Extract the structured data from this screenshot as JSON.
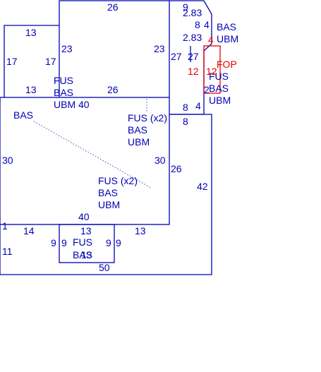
{
  "colors": {
    "line": "#0000b4",
    "text": "#0000b4",
    "highlight": "#e60000",
    "background": "#ffffff"
  },
  "area_labels": {
    "bas_main": "BAS",
    "fus_bas_ubm_left": [
      "FUS",
      "BAS",
      "UBM"
    ],
    "fus_x2_upper": [
      "FUS (x2)",
      "BAS",
      "UBM"
    ],
    "fus_x2_center": [
      "FUS (x2)",
      "BAS",
      "UBM"
    ],
    "bas_ubm_right": [
      "BAS",
      "UBM"
    ],
    "fop": "FOP",
    "fus_bas_ubm_right": [
      "FUS",
      "BAS",
      "UBM"
    ],
    "fus_bas_bottom": [
      "FUS",
      "BAS"
    ]
  },
  "dimensions": {
    "top_26": "26",
    "right_top_9": "9",
    "right_2_83_a": "2.83",
    "right_8": "8",
    "right_4": "4",
    "right_2_83_b": "2.83",
    "left_13_top": "13",
    "left_17_outer": "17",
    "left_17_inner": "17",
    "upper_23_left": "23",
    "upper_23_right": "23",
    "right_27_a": "27",
    "right_27_b": "27",
    "fop_4": "4",
    "fop_12_left": "12",
    "fop_12_right": "12",
    "right_2_small": "2",
    "left_13_bottom": "13",
    "mid_26": "26",
    "mid_40": "40",
    "side_8_a": "8",
    "side_4": "4",
    "side_8_b": "8",
    "main_30_left": "30",
    "main_30_right": "30",
    "right_26": "26",
    "right_42": "42",
    "bottom_40": "40",
    "bottom_1": "1",
    "bottom_14": "14",
    "bottom_13_left": "13",
    "bottom_13_right": "13",
    "left_11": "11",
    "ext_9_a": "9",
    "ext_9_b": "9",
    "ext_9_c": "9",
    "ext_9_d": "9",
    "ext_13": "13",
    "total_50": "50"
  }
}
